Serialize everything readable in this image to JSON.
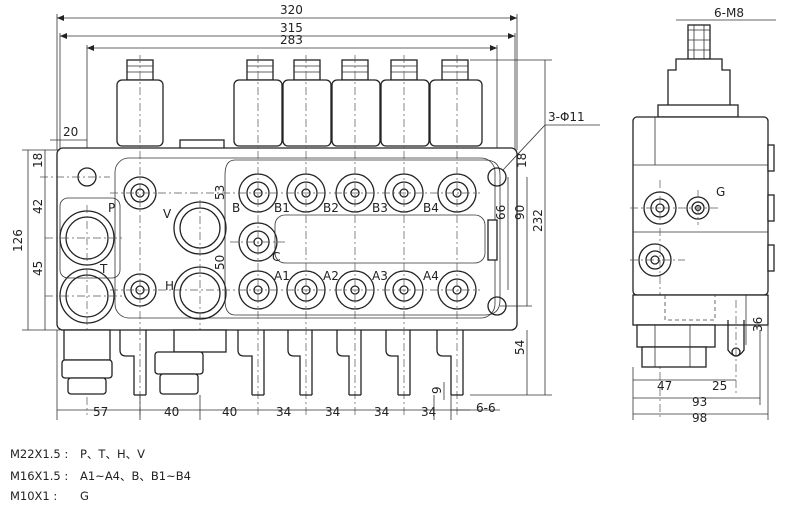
{
  "dims": {
    "overall_width": "320",
    "width_315": "315",
    "width_283": "283",
    "left_20": "20",
    "holes": "3-Φ11",
    "thread_top": "6-M8",
    "h18_left": "18",
    "h42": "42",
    "h126": "126",
    "h45": "45",
    "h53": "53",
    "h50": "50",
    "h18_right": "18",
    "h66": "66",
    "h90": "90",
    "h232": "232",
    "h54": "54",
    "h9": "9",
    "b57": "57",
    "b40a": "40",
    "b40b": "40",
    "b34a": "34",
    "b34b": "34",
    "b34c": "34",
    "b34d": "34",
    "b66": "6-6",
    "s36": "36",
    "s47": "47",
    "s25": "25",
    "s93": "93",
    "s98": "98"
  },
  "ports": {
    "P": "P",
    "T": "T",
    "V": "V",
    "H": "H",
    "C": "C",
    "G": "G",
    "B": "B",
    "B1": "B1",
    "B2": "B2",
    "B3": "B3",
    "B4": "B4",
    "A1": "A1",
    "A2": "A2",
    "A3": "A3",
    "A4": "A4"
  },
  "specs": [
    {
      "thread": "M22X1.5 :",
      "ports": "P、T、H、V"
    },
    {
      "thread": "M16X1.5 :",
      "ports": "A1~A4、B、B1~B4"
    },
    {
      "thread": "M10X1 :",
      "ports": "G"
    }
  ]
}
